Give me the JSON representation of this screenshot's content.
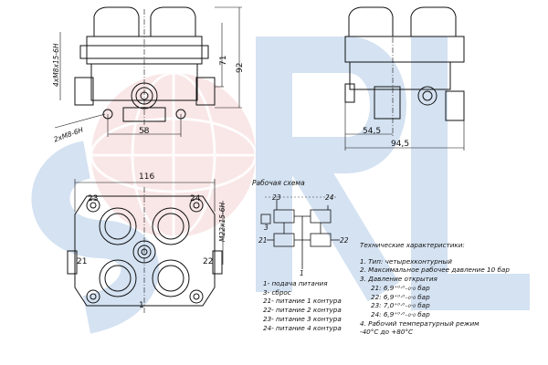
{
  "watermark": {
    "text": "SORL",
    "colors": {
      "blue": "#c8d9ef",
      "red": "#f3d0d0"
    }
  },
  "top_view": {
    "dim_height_small": "71",
    "dim_height_large": "92",
    "dim_width": "58",
    "thread_left": "4xM8x15-6H",
    "thread_bottom": "2xM8-6H"
  },
  "side_view": {
    "dim_54": "54,5",
    "dim_94": "94,5"
  },
  "bottom_view": {
    "dim_width": "116",
    "thread_right": "M22x15-6H",
    "ports": {
      "p23": "23",
      "p24": "24",
      "p21": "21",
      "p22": "22",
      "p1": "1"
    }
  },
  "scheme": {
    "title": "Рабочая схема",
    "ports": {
      "p23": "23",
      "p24": "24",
      "p21": "21",
      "p22": "22",
      "p1": "1",
      "p3": "3"
    }
  },
  "legend": [
    "1- подача питания",
    "3- сброс",
    "21- питание 1 контура",
    "22- питание 2 контура",
    "23- питание 3 контура",
    "24- питание 4 контура"
  ],
  "specs": {
    "title": "Технические характеристики:",
    "items": [
      "1. Тип: четырехконтурный",
      "2. Максимальное рабочее давление 10 бар",
      "3. Давление открытия"
    ],
    "pressures": [
      "21: 6,9⁺⁰·⁰₋₀·₀ бар",
      "22: 6,9⁺⁰·⁰₋₀·₀ бар",
      "23: 7,0⁺⁰·⁰₋₀·₀ бар",
      "24: 6,9⁺⁰·⁰₋₀·₀ бар"
    ],
    "item4": "4. Рабочий температурный режим",
    "temp": "-40°С до +80°С"
  }
}
